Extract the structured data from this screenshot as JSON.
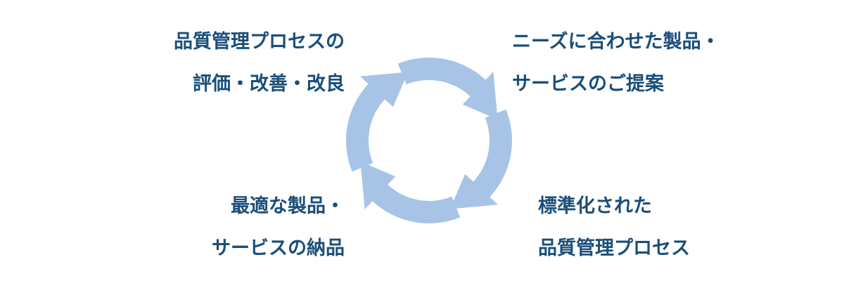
{
  "diagram": {
    "steps": [
      {
        "id": "top-right",
        "lines": [
          "ニーズに合わせた製品・",
          "サービスのご提案"
        ]
      },
      {
        "id": "bottom-right",
        "lines": [
          "標準化された",
          "品質管理プロセス"
        ]
      },
      {
        "id": "bottom-left",
        "lines": [
          "最適な製品・",
          "サービスの納品"
        ]
      },
      {
        "id": "top-left",
        "lines": [
          "品質管理プロセスの",
          "評価・改善・改良"
        ]
      }
    ],
    "arrow_color": "#a7c4e6",
    "text_color": "#1a4e7a"
  }
}
